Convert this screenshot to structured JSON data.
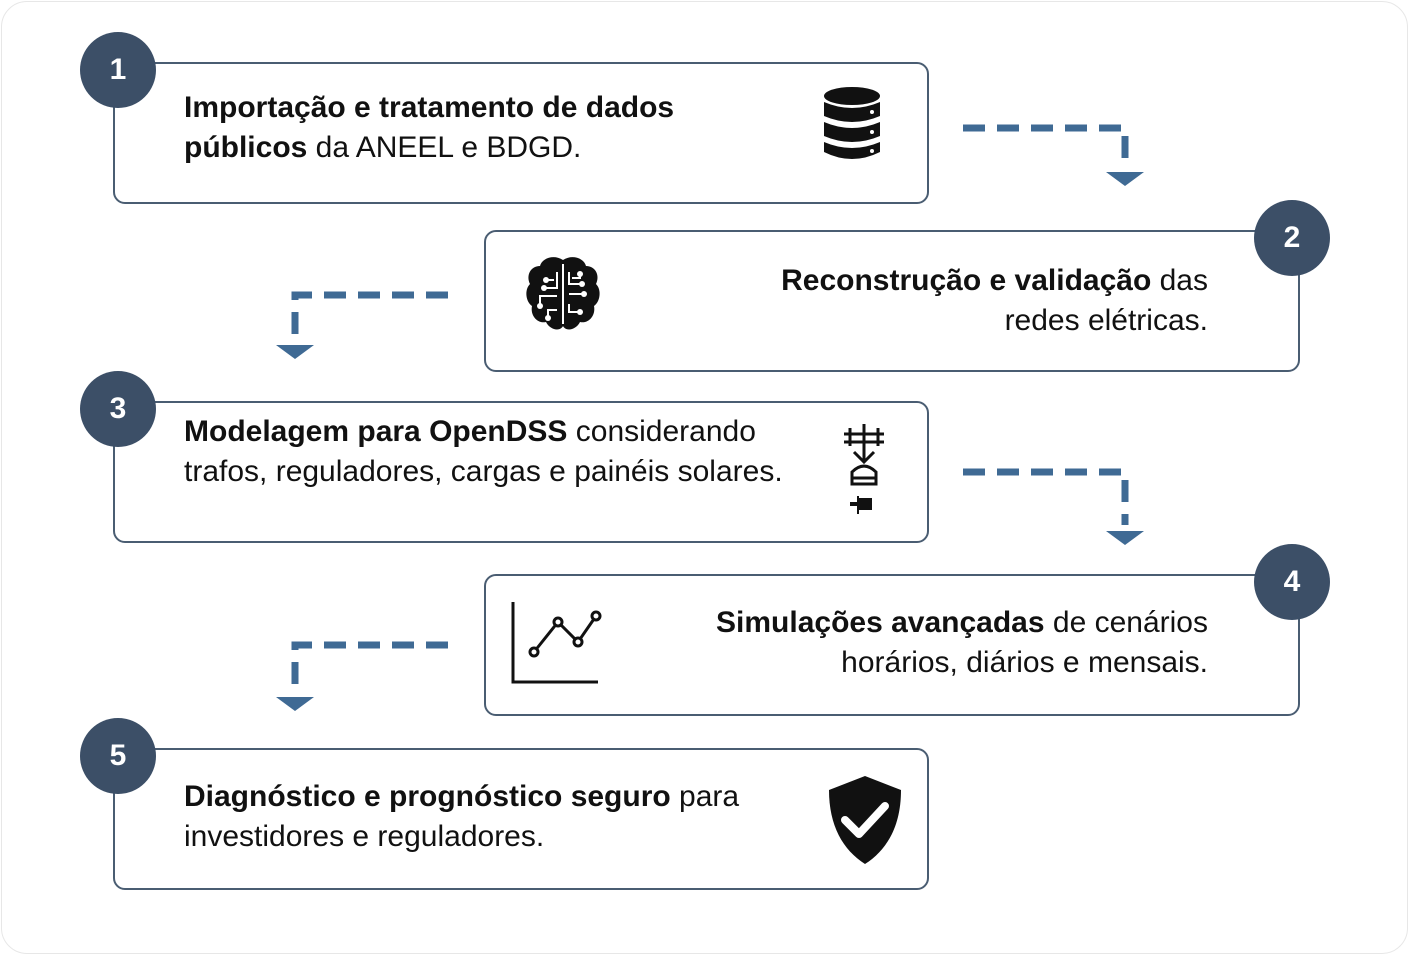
{
  "steps": [
    {
      "number": "1",
      "bold": "Importação e tratamento de dados públicos",
      "rest": " da ANEEL e BDGD.",
      "icon": "database-icon"
    },
    {
      "number": "2",
      "bold": "Reconstrução e validação",
      "rest": " das redes elétricas.",
      "icon": "brain-circuit-icon"
    },
    {
      "number": "3",
      "bold": "Modelagem para OpenDSS",
      "rest": " considerando trafos, reguladores, cargas e painéis solares.",
      "icon": "grid-components-icon"
    },
    {
      "number": "4",
      "bold": "Simulações avançadas",
      "rest": " de cenários horários, diários e mensais.",
      "icon": "line-chart-icon"
    },
    {
      "number": "5",
      "bold": "Diagnóstico e prognóstico seguro",
      "rest": " para investidores e reguladores.",
      "icon": "shield-check-icon"
    }
  ],
  "colors": {
    "badge": "#3c4f67",
    "border": "#4a5d72",
    "arrow": "#3f6a94"
  }
}
